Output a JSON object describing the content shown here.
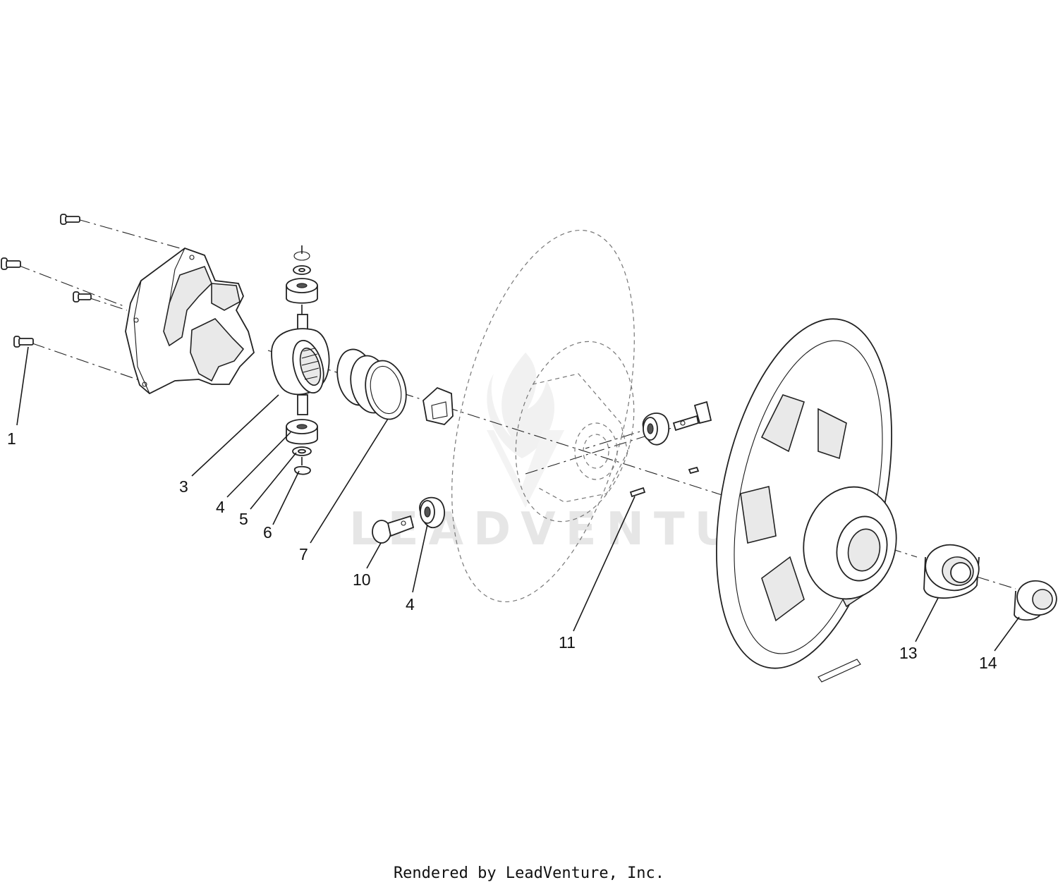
{
  "watermark": {
    "text": "LEADVENTURE"
  },
  "footer": {
    "credit": "Rendered by LeadVenture, Inc."
  },
  "callouts": [
    {
      "id": "c1a",
      "label": "1"
    },
    {
      "id": "c3",
      "label": "3"
    },
    {
      "id": "c4a",
      "label": "4"
    },
    {
      "id": "c5",
      "label": "5"
    },
    {
      "id": "c6",
      "label": "6"
    },
    {
      "id": "c7",
      "label": "7"
    },
    {
      "id": "c10",
      "label": "10"
    },
    {
      "id": "c4b",
      "label": "4"
    },
    {
      "id": "c11",
      "label": "11"
    },
    {
      "id": "c13",
      "label": "13"
    },
    {
      "id": "c14",
      "label": "14"
    }
  ]
}
